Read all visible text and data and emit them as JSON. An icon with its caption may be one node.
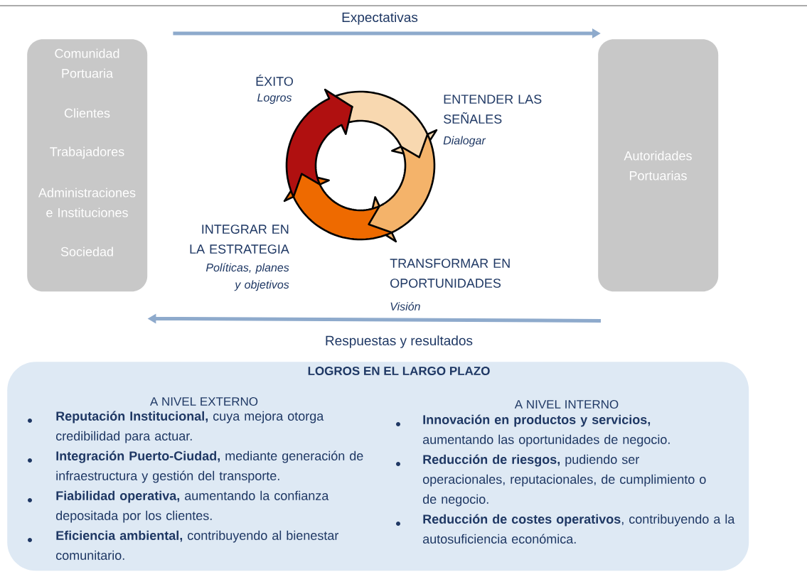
{
  "diagram": {
    "nodes": [
      {
        "text": [
          "Comunidad Portuaria",
          "Clientes",
          "Trabajadores",
          "Administraciones e Instituciones",
          "Sociedad"
        ]
      },
      {
        "text": [
          "Autoridades Portuarias"
        ]
      },
      {
        "text": [
          "LOGROS EN EL LARGO PLAZO",
          "A NIVEL EXTERNO",
          "**Reputación Institucional,** cuya mejora otorga credibilidad para actuar.",
          "**Integración Puerto-Ciudad,** mediante generación de infraestructura y gestión del transporte.",
          "**Fiabilidad operativa,** aumentando la confianza depositada por los clientes.",
          "**Eficiencia ambiental,** contribuyendo al bienestar comunitario.",
          "A NIVEL INTERNO",
          "**Innovación en productos y servicios,** aumentando las oportunidades de negocio.",
          "**Reducción de riesgos,** pudiendo ser operacionales, reputacionales, de cumplimiento o de negocio.",
          "**Reducción de costes operativos**, contribuyendo a la autosuficiencia económica."
        ]
      }
    ],
    "edges": [
      {
        "from": 0,
        "to": 1,
        "arrow": "to",
        "label": "Expectativas"
      },
      {
        "from": 1,
        "to": 0,
        "arrow": "to",
        "label": "Respuestas y resultados"
      }
    ],
    "labels": [
      "ÉXITO",
      "Logros",
      "ENTENDER LAS SEÑALES",
      "Dialogar",
      "TRANSFORMAR EN OPORTUNIDADES",
      "Visión",
      "INTEGRAR EN LA ESTRATEGIA",
      "Políticas, planes y objetivos"
    ]
  }
}
